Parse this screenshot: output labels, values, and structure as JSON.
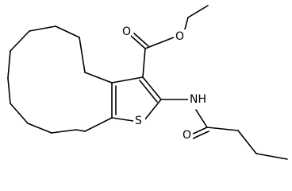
{
  "molecule": {
    "atom_labels": {
      "ester_oxygen_carbonyl": "O",
      "ester_oxygen_ether": "O",
      "thiophene_sulfur": "S",
      "amide_nitrogen": "NH",
      "amide_oxygen": "O"
    }
  }
}
